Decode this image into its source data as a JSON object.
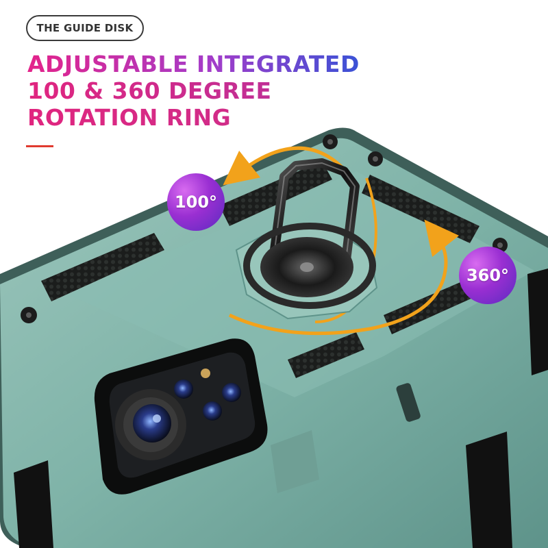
{
  "header": {
    "pill_label": "THE GUIDE DISK",
    "headline": [
      "ADJUSTABLE INTEGRATED",
      "100 & 360 DEGREE",
      "ROTATION RING"
    ]
  },
  "badges": {
    "angle_small": "100°",
    "angle_full": "360°"
  },
  "colors": {
    "case_body": "#7fb3a8",
    "case_edge": "#5e938a",
    "accent_red": "#e03a2f",
    "arrow_orange": "#f2a21b",
    "badge_purple": "#9a2fd2"
  }
}
